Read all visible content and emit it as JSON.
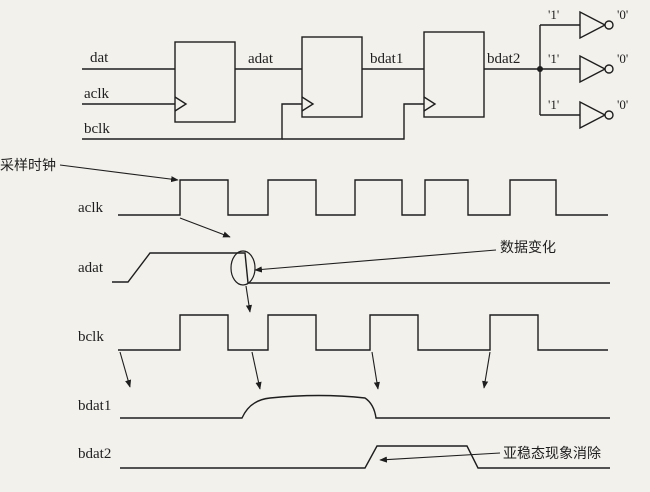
{
  "circuit": {
    "signals": {
      "dat": "dat",
      "aclk": "aclk",
      "bclk": "bclk",
      "adat": "adat",
      "bdat1": "bdat1",
      "bdat2": "bdat2"
    },
    "inverter_inputs": [
      "'1'",
      "'1'",
      "'1'"
    ],
    "inverter_outputs": [
      "'0'",
      "'0'",
      "'0'"
    ]
  },
  "timing": {
    "waveform_labels": {
      "aclk": "aclk",
      "adat": "adat",
      "bclk": "bclk",
      "bdat1": "bdat1",
      "bdat2": "bdat2"
    },
    "annotations": {
      "sampling_clock": "采样时钟",
      "data_change": "数据变化",
      "metastability_resolved": "亚稳态现象消除"
    }
  },
  "colors": {
    "ink": "#1e1e1e",
    "paper": "#f3f1ec"
  }
}
